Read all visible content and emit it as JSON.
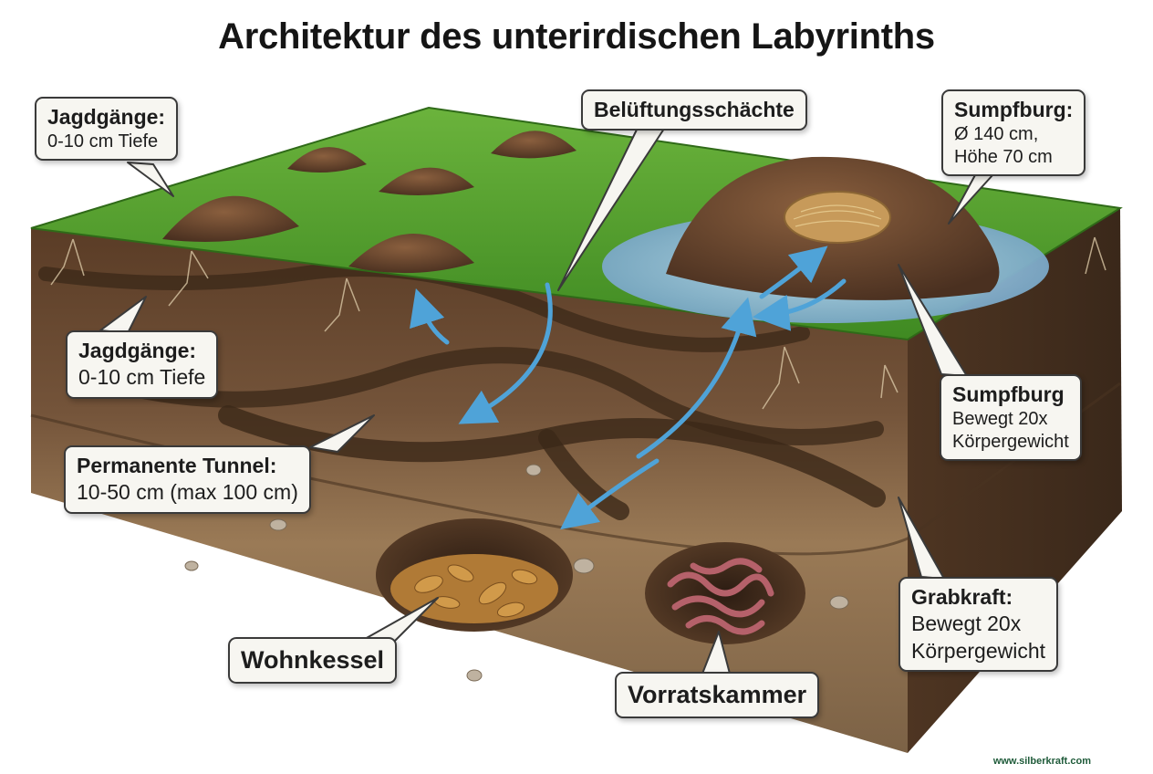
{
  "title": "Architektur des unterirdischen Labyrinths",
  "callouts": {
    "jagd_top": {
      "heading": "Jagdgänge:",
      "detail": "0-10 cm Tiefe"
    },
    "ventilation": {
      "heading": "Belüftungsschächte"
    },
    "marsh_top": {
      "heading": "Sumpfburg:",
      "detail_1": "Ø 140 cm,",
      "detail_2": "Höhe 70 cm"
    },
    "jagd_mid": {
      "heading": "Jagdgänge:",
      "detail": "0-10 cm Tiefe"
    },
    "marsh_mid": {
      "heading": "Sumpfburg",
      "detail_1": "Bewegt 20x",
      "detail_2": "Körpergewicht"
    },
    "permanent": {
      "heading": "Permanente Tunnel:",
      "detail": "10-50 cm (max 100 cm)"
    },
    "digging": {
      "heading": "Grabkraft:",
      "detail_1": "Bewegt 20x",
      "detail_2": "Körpergewicht"
    },
    "nest": {
      "heading": "Wohnkessel"
    },
    "pantry": {
      "heading": "Vorratskammer"
    }
  },
  "watermark": "www.silberkraft.com",
  "colors": {
    "grass": "#4f9a2c",
    "soil_top": "#6b4a30",
    "soil_deep": "#8a6a48",
    "water": "#86b6d6",
    "arrow": "#4fa3d8"
  }
}
